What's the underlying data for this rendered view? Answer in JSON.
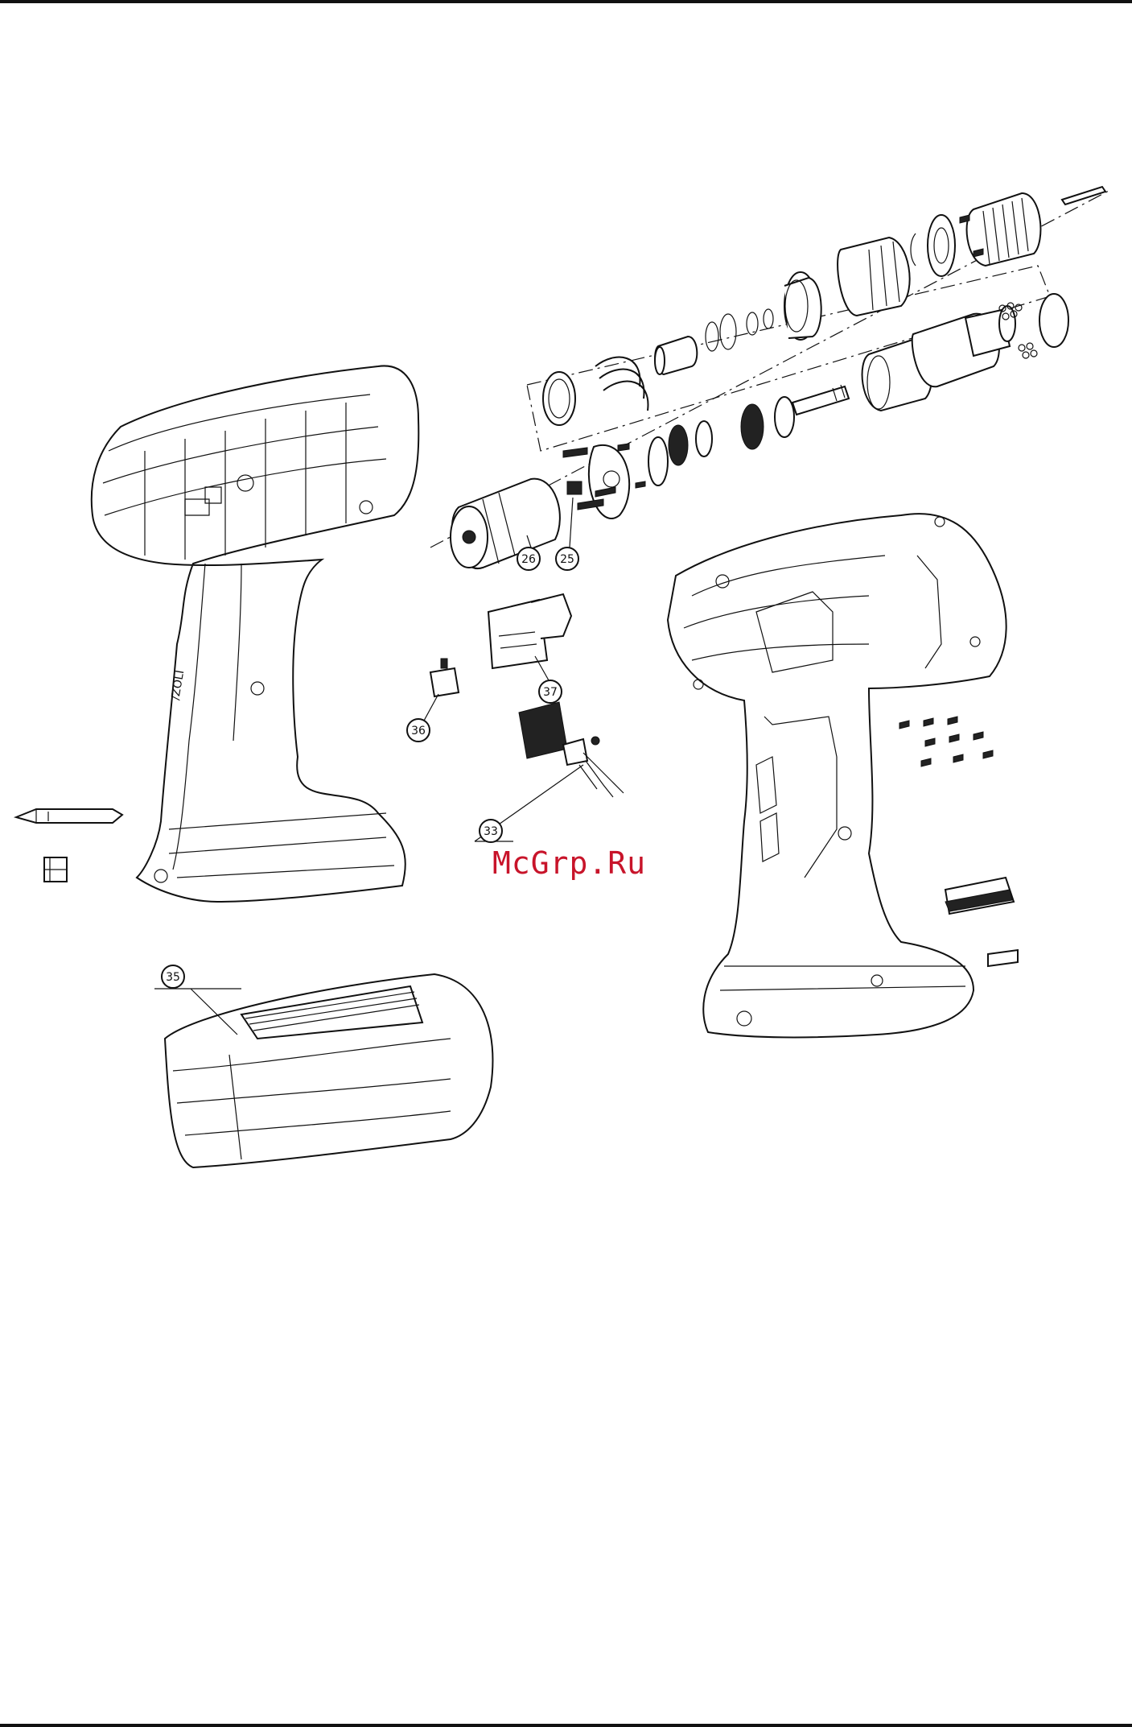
{
  "watermark": "McGrp.Ru",
  "callouts": [
    {
      "id": "label-26",
      "text": "26"
    },
    {
      "id": "label-25",
      "text": "25"
    },
    {
      "id": "label-37",
      "text": "37"
    },
    {
      "id": "label-36",
      "text": "36"
    },
    {
      "id": "label-33",
      "text": "33"
    },
    {
      "id": "label-35",
      "text": "35"
    }
  ]
}
